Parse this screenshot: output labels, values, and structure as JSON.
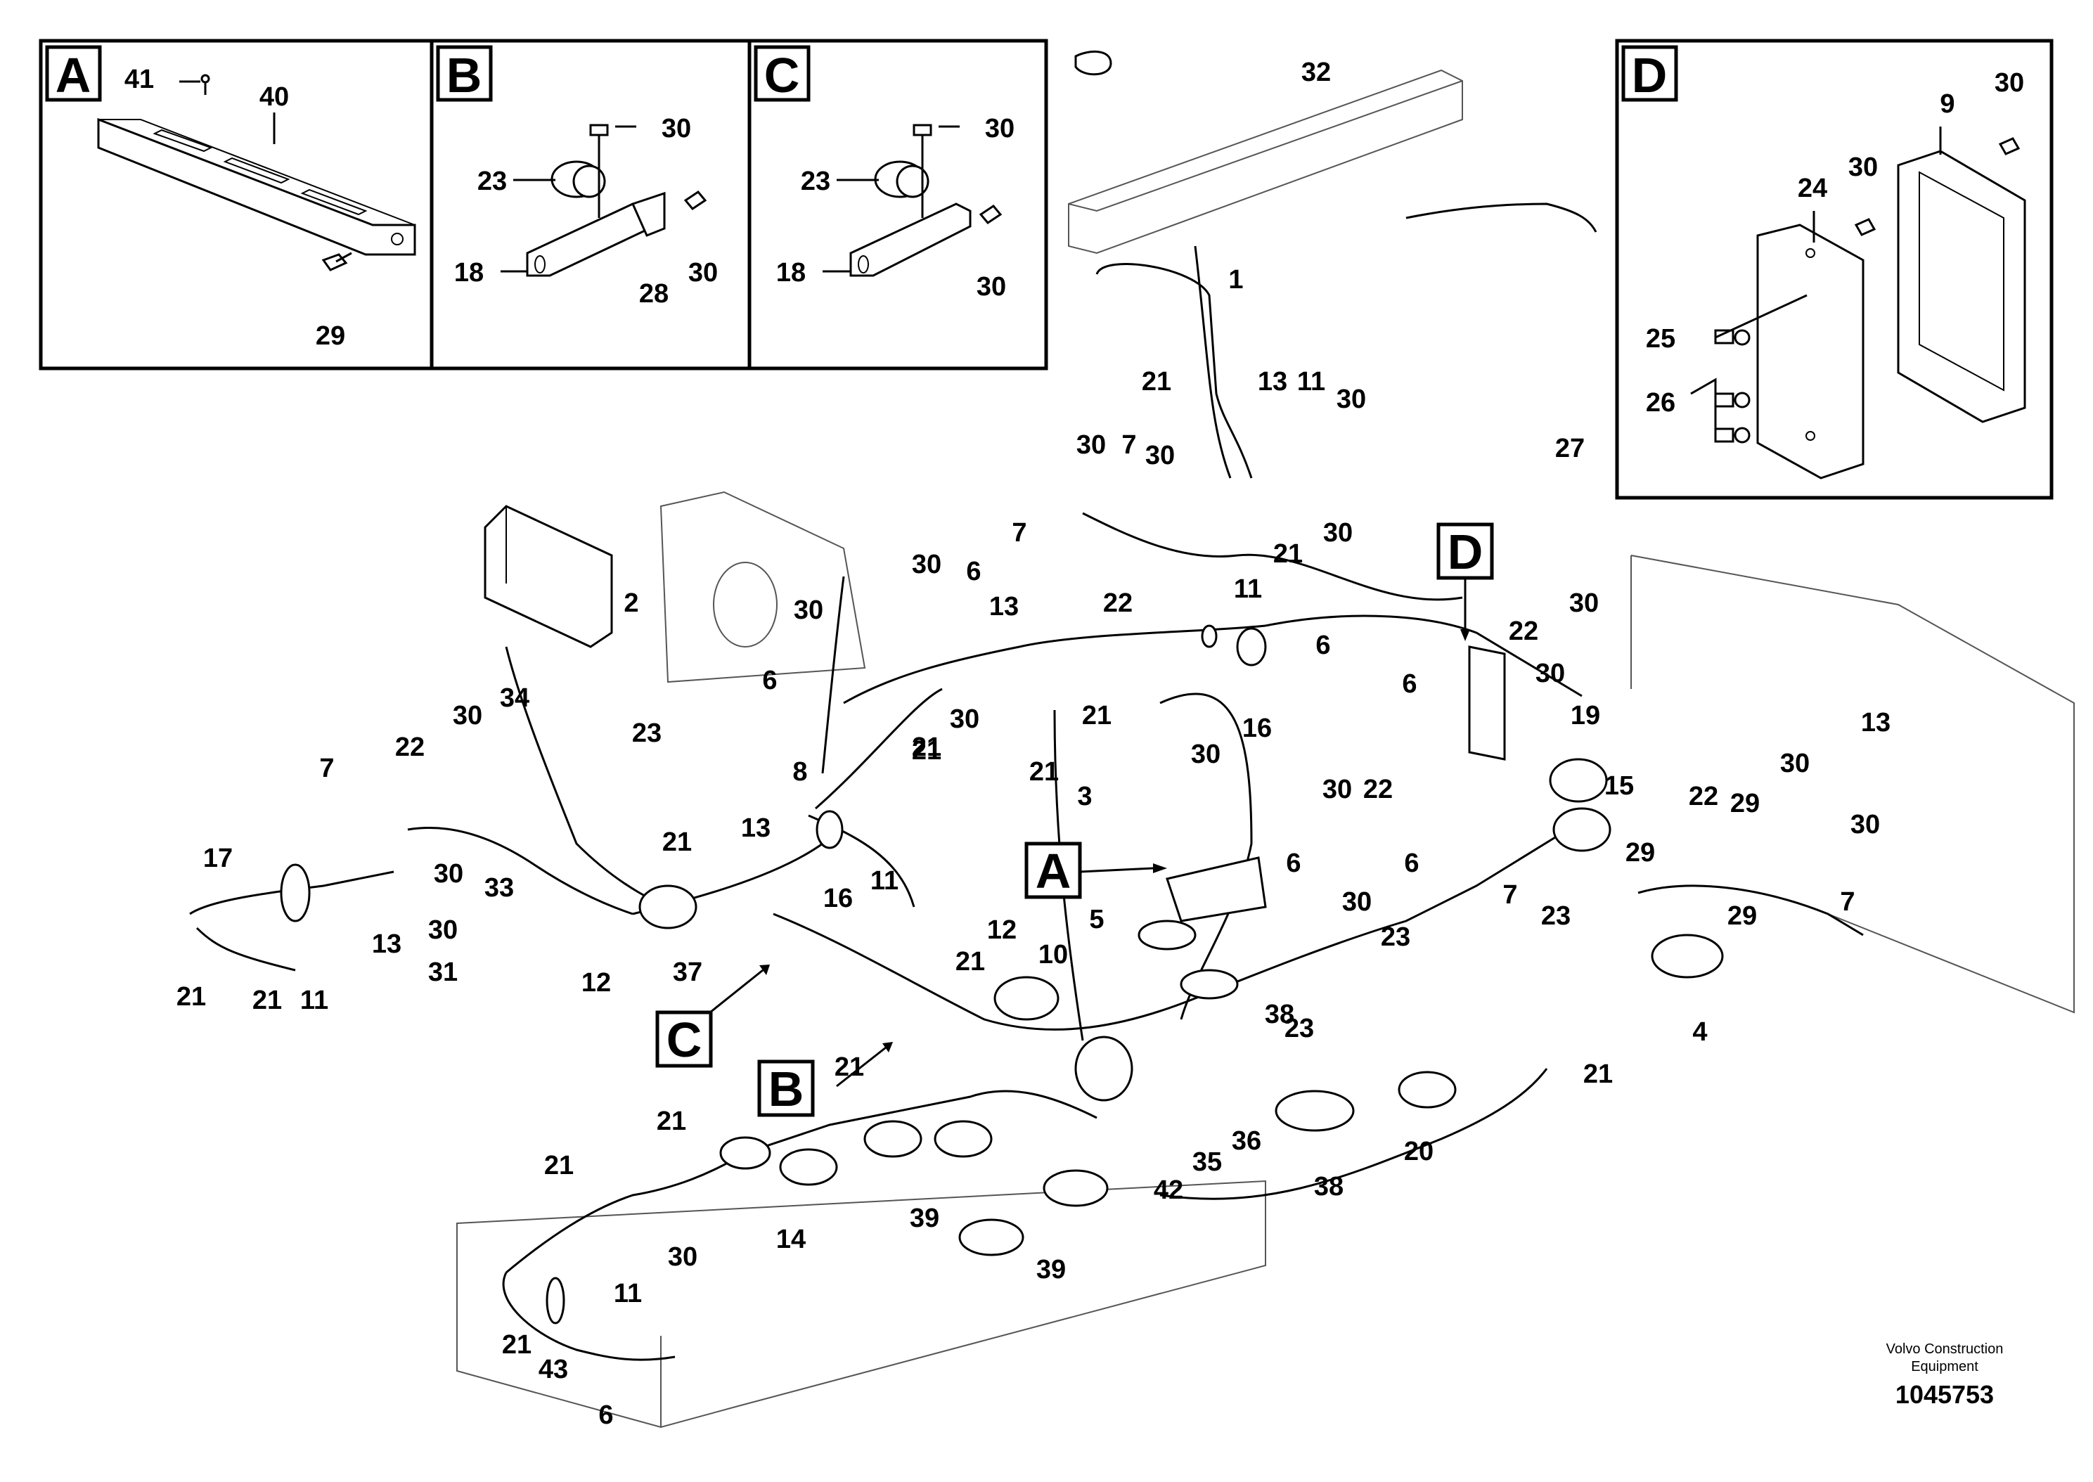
{
  "detail_boxes": [
    {
      "letter": "A"
    },
    {
      "letter": "B"
    },
    {
      "letter": "C"
    },
    {
      "letter": "D"
    }
  ],
  "detail_refs": [
    {
      "letter": "A"
    },
    {
      "letter": "B"
    },
    {
      "letter": "C"
    },
    {
      "letter": "D"
    }
  ],
  "callouts": [
    {
      "id": "c41",
      "text": "41"
    },
    {
      "id": "c40",
      "text": "40"
    },
    {
      "id": "c29a",
      "text": "29"
    },
    {
      "id": "b30a",
      "text": "30"
    },
    {
      "id": "b23",
      "text": "23"
    },
    {
      "id": "b18",
      "text": "18"
    },
    {
      "id": "b28",
      "text": "28"
    },
    {
      "id": "b30b",
      "text": "30"
    },
    {
      "id": "cc30a",
      "text": "30"
    },
    {
      "id": "cc23",
      "text": "23"
    },
    {
      "id": "cc18",
      "text": "18"
    },
    {
      "id": "cc30b",
      "text": "30"
    },
    {
      "id": "d9",
      "text": "9"
    },
    {
      "id": "d30a",
      "text": "30"
    },
    {
      "id": "d30b",
      "text": "30"
    },
    {
      "id": "d24",
      "text": "24"
    },
    {
      "id": "d25",
      "text": "25"
    },
    {
      "id": "d26",
      "text": "26"
    },
    {
      "id": "m32",
      "text": "32"
    },
    {
      "id": "m1",
      "text": "1"
    },
    {
      "id": "m21a",
      "text": "21"
    },
    {
      "id": "m13a",
      "text": "13"
    },
    {
      "id": "m11a",
      "text": "11"
    },
    {
      "id": "m30a",
      "text": "30"
    },
    {
      "id": "m30b",
      "text": "30"
    },
    {
      "id": "m7a",
      "text": "7"
    },
    {
      "id": "m30c",
      "text": "30"
    },
    {
      "id": "m7b",
      "text": "7"
    },
    {
      "id": "m30d",
      "text": "30"
    },
    {
      "id": "m21b",
      "text": "21"
    },
    {
      "id": "m22a",
      "text": "22"
    },
    {
      "id": "m11b",
      "text": "11"
    },
    {
      "id": "m27",
      "text": "27"
    },
    {
      "id": "m30e",
      "text": "30"
    },
    {
      "id": "m2",
      "text": "2"
    },
    {
      "id": "m30f",
      "text": "30"
    },
    {
      "id": "m6a",
      "text": "6"
    },
    {
      "id": "m13b",
      "text": "13"
    },
    {
      "id": "m30g",
      "text": "30"
    },
    {
      "id": "m6b",
      "text": "6"
    },
    {
      "id": "m21c",
      "text": "21"
    },
    {
      "id": "m21d",
      "text": "21"
    },
    {
      "id": "m22b",
      "text": "22"
    },
    {
      "id": "m30h",
      "text": "30"
    },
    {
      "id": "m6c",
      "text": "6"
    },
    {
      "id": "m6d",
      "text": "6"
    },
    {
      "id": "m16a",
      "text": "16"
    },
    {
      "id": "m19",
      "text": "19"
    },
    {
      "id": "m15",
      "text": "15"
    },
    {
      "id": "m30i",
      "text": "30"
    },
    {
      "id": "m22c",
      "text": "22"
    },
    {
      "id": "m34",
      "text": "34"
    },
    {
      "id": "m23a",
      "text": "23"
    },
    {
      "id": "m30j",
      "text": "30"
    },
    {
      "id": "m30k",
      "text": "30"
    },
    {
      "id": "m21e",
      "text": "21"
    },
    {
      "id": "m21f",
      "text": "21"
    },
    {
      "id": "m3",
      "text": "3"
    },
    {
      "id": "m30l",
      "text": "30"
    },
    {
      "id": "m8",
      "text": "8"
    },
    {
      "id": "m6e",
      "text": "6"
    },
    {
      "id": "m7c",
      "text": "7"
    },
    {
      "id": "m22d",
      "text": "22"
    },
    {
      "id": "m17",
      "text": "17"
    },
    {
      "id": "m30m",
      "text": "30"
    },
    {
      "id": "m33",
      "text": "33"
    },
    {
      "id": "m21g",
      "text": "21"
    },
    {
      "id": "m13c",
      "text": "13"
    },
    {
      "id": "m16b",
      "text": "16"
    },
    {
      "id": "m11c",
      "text": "11"
    },
    {
      "id": "m6f",
      "text": "6"
    },
    {
      "id": "m13d",
      "text": "13"
    },
    {
      "id": "m29a",
      "text": "29"
    },
    {
      "id": "m22e",
      "text": "22"
    },
    {
      "id": "m30n",
      "text": "30"
    },
    {
      "id": "m30o",
      "text": "30"
    },
    {
      "id": "m29b",
      "text": "29"
    },
    {
      "id": "m7d",
      "text": "7"
    },
    {
      "id": "m29c",
      "text": "29"
    },
    {
      "id": "m7e",
      "text": "7"
    },
    {
      "id": "m23b",
      "text": "23"
    },
    {
      "id": "m30p",
      "text": "30"
    },
    {
      "id": "m30q",
      "text": "30"
    },
    {
      "id": "m31",
      "text": "31"
    },
    {
      "id": "m13e",
      "text": "13"
    },
    {
      "id": "m21h",
      "text": "21"
    },
    {
      "id": "m21i",
      "text": "21"
    },
    {
      "id": "m11d",
      "text": "11"
    },
    {
      "id": "m12a",
      "text": "12"
    },
    {
      "id": "m37",
      "text": "37"
    },
    {
      "id": "m12b",
      "text": "12"
    },
    {
      "id": "m21j",
      "text": "21"
    },
    {
      "id": "m10",
      "text": "10"
    },
    {
      "id": "m5",
      "text": "5"
    },
    {
      "id": "m30r",
      "text": "30"
    },
    {
      "id": "m23c",
      "text": "23"
    },
    {
      "id": "m23d",
      "text": "23"
    },
    {
      "id": "m38a",
      "text": "38"
    },
    {
      "id": "m4",
      "text": "4"
    },
    {
      "id": "m21k",
      "text": "21"
    },
    {
      "id": "m21l",
      "text": "21"
    },
    {
      "id": "m35",
      "text": "35"
    },
    {
      "id": "m36",
      "text": "36"
    },
    {
      "id": "m42",
      "text": "42"
    },
    {
      "id": "m38b",
      "text": "38"
    },
    {
      "id": "m20",
      "text": "20"
    },
    {
      "id": "m21m",
      "text": "21"
    },
    {
      "id": "m21n",
      "text": "21"
    },
    {
      "id": "m30s",
      "text": "30"
    },
    {
      "id": "m14",
      "text": "14"
    },
    {
      "id": "m39a",
      "text": "39"
    },
    {
      "id": "m39b",
      "text": "39"
    },
    {
      "id": "m11e",
      "text": "11"
    },
    {
      "id": "m21o",
      "text": "21"
    },
    {
      "id": "m43",
      "text": "43"
    },
    {
      "id": "m6g",
      "text": "6"
    }
  ],
  "footer": {
    "company_line1": "Volvo Construction",
    "company_line2": "Equipment",
    "drawing_number": "1045753"
  }
}
